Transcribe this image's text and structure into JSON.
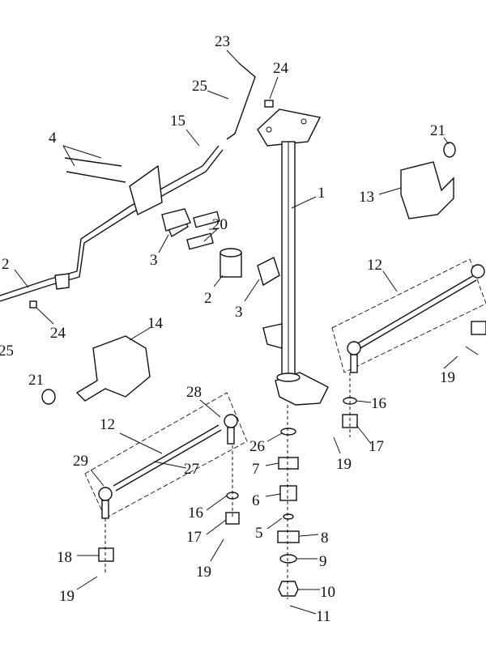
{
  "diagram": {
    "type": "exploded parts diagram - steering assembly",
    "callouts": [
      "23",
      "24",
      "25",
      "15",
      "4",
      "21",
      "1",
      "13",
      "20",
      "3",
      "2",
      "12",
      "2",
      "3",
      "24",
      "14",
      "25",
      "21",
      "19",
      "28",
      "16",
      "12",
      "26",
      "17",
      "29",
      "27",
      "7",
      "19",
      "6",
      "16",
      "8",
      "5",
      "17",
      "9",
      "18",
      "19",
      "10",
      "19",
      "11"
    ]
  }
}
